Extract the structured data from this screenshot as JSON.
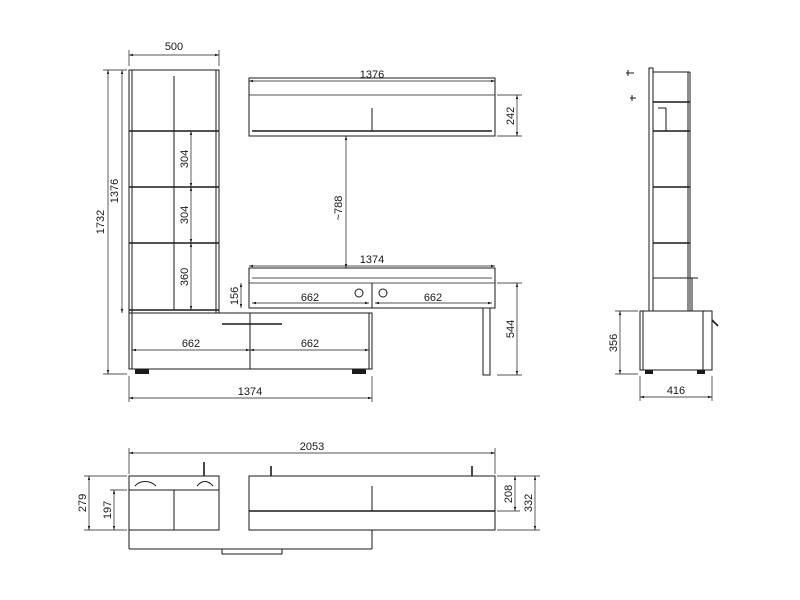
{
  "drawing": {
    "front": {
      "shelf_width": "500",
      "shelf_inner_height": "1376",
      "total_height": "1732",
      "cell_1": "304",
      "cell_2": "304",
      "cell_3": "360",
      "wall_width": "1376",
      "wall_height": "242",
      "gap": "~788",
      "tv_width": "1374",
      "tv_h": "156",
      "tv_cell_left": "662",
      "tv_cell_right": "662",
      "tv_height": "544",
      "base_cell_left": "662",
      "base_cell_right": "662",
      "base_width": "1374"
    },
    "side": {
      "base_height": "356",
      "depth": "416"
    },
    "top": {
      "total_width": "2053",
      "depth_total": "279",
      "depth_shelf": "197",
      "depth_wall": "208",
      "depth_tv": "332"
    }
  }
}
